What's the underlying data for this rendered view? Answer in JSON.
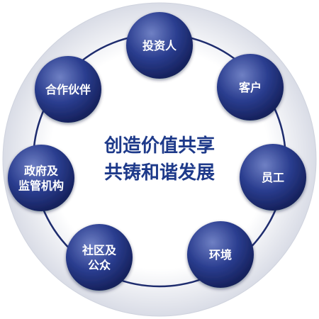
{
  "center": {
    "lines": [
      "创造价值共享",
      "共铸和谐发展"
    ]
  },
  "nodes": [
    {
      "id": "investors",
      "lines": [
        "投资人"
      ]
    },
    {
      "id": "customers",
      "lines": [
        "客户"
      ]
    },
    {
      "id": "employees",
      "lines": [
        "员工"
      ]
    },
    {
      "id": "environment",
      "lines": [
        "环境"
      ]
    },
    {
      "id": "society",
      "lines": [
        "社区及",
        "公众"
      ]
    },
    {
      "id": "government",
      "lines": [
        "政府及",
        "监管机构"
      ]
    },
    {
      "id": "partners",
      "lines": [
        "合作伙伴"
      ]
    }
  ],
  "colors": {
    "outer_fill_center": "#ffffff",
    "outer_fill_edge": "#d9dce6",
    "outer_stroke": "#cfd3de",
    "ring_stroke": "#1e2c6e",
    "node_light": "#6f80c4",
    "node_mid": "#2a3d8f",
    "node_dark": "#15205a",
    "node_text": "#ffffff",
    "center_text": "#1e3a8a"
  }
}
